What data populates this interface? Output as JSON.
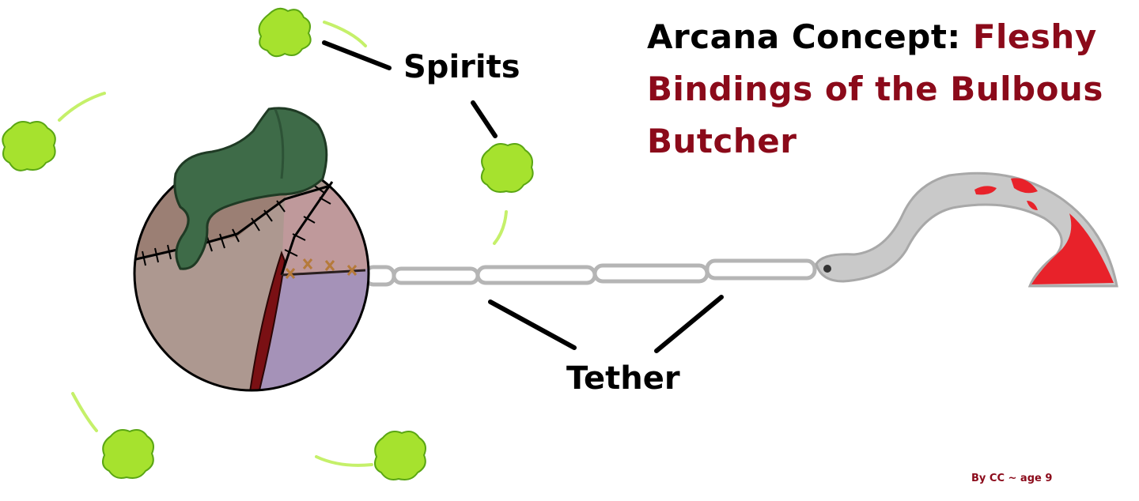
{
  "title": {
    "prefix": "Arcana Concept:",
    "accent": "Fleshy Bindings of the Bulbous Butcher"
  },
  "labels": {
    "spirits": "Spirits",
    "tether": "Tether"
  },
  "credit": "By CC ~ age 9",
  "colors": {
    "accent": "#8b0a1a",
    "spirit": "#a6e22e",
    "flesh": "#a89088",
    "bruise": "#a592b8",
    "leaf": "#3e6b48",
    "metal": "#c8c8c8",
    "blood": "#e8222a"
  }
}
